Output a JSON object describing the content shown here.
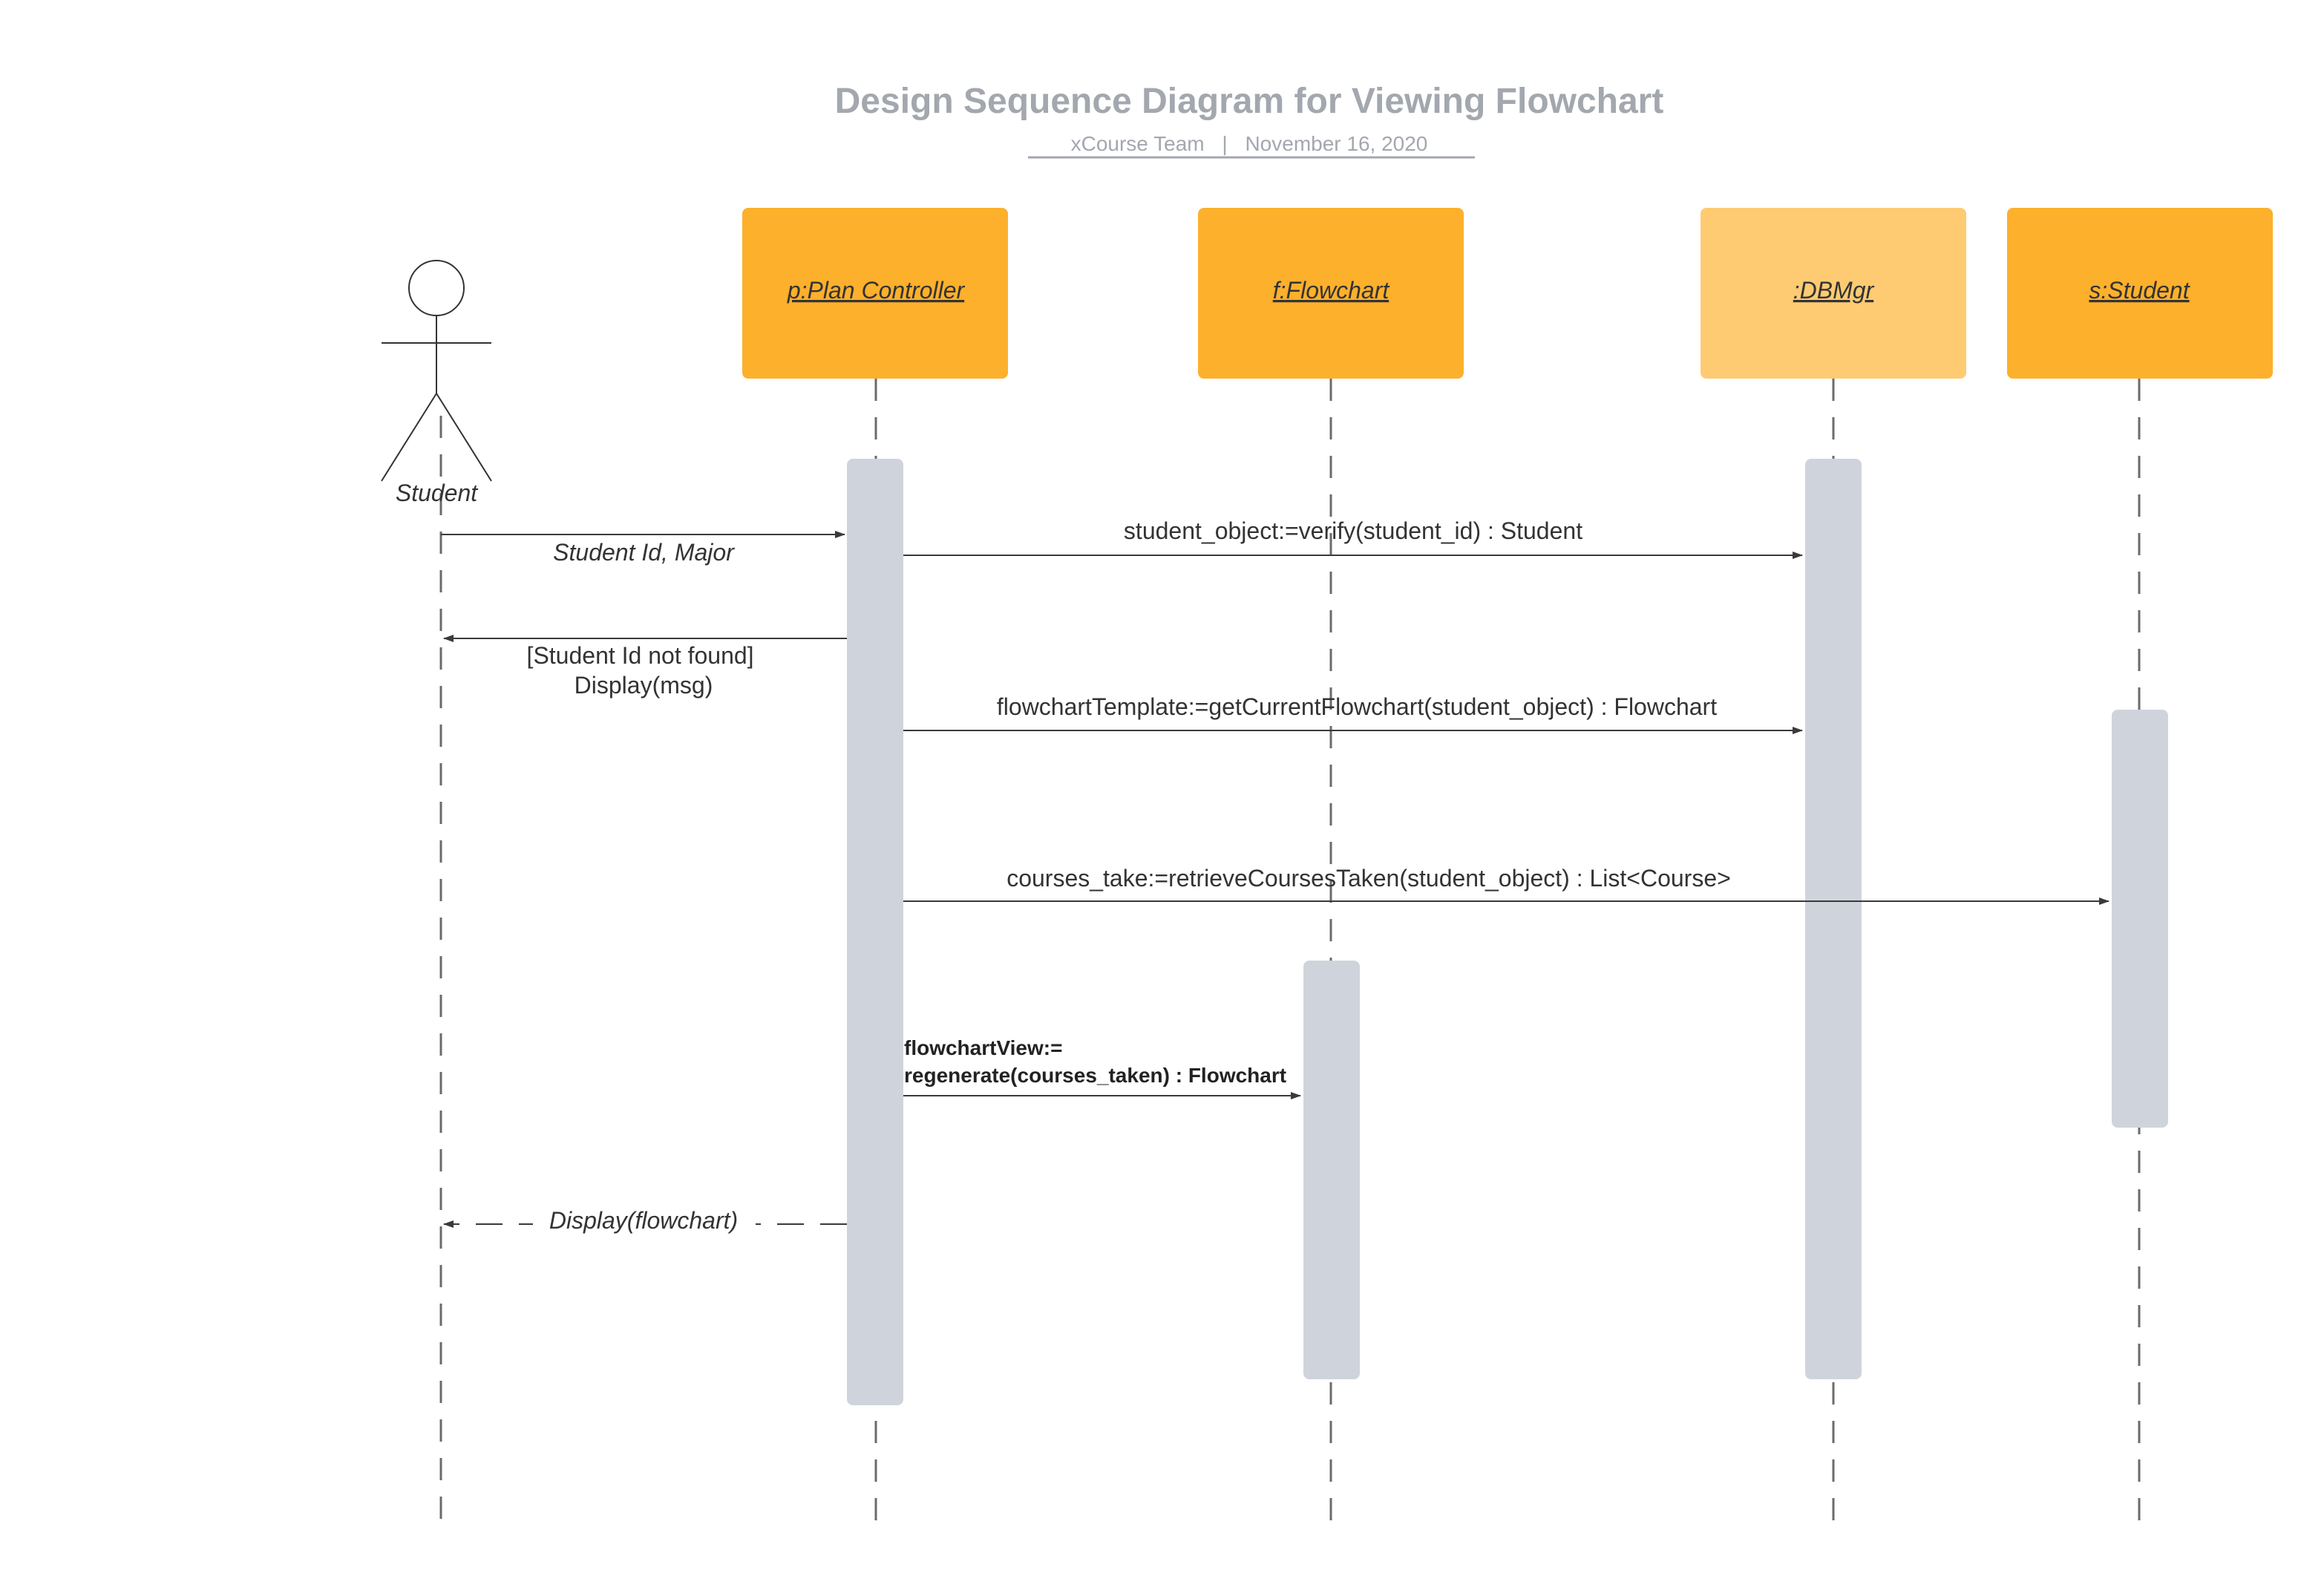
{
  "title": "Design Sequence Diagram for Viewing Flowchart",
  "subtitle": {
    "team": "xCourse Team",
    "separator": "|",
    "date": "November 16, 2020"
  },
  "actor": {
    "label": "Student"
  },
  "lifelines": [
    {
      "id": "plan",
      "label": "p:Plan Controller",
      "color": "#fdb02c"
    },
    {
      "id": "flowchart",
      "label": "f:Flowchart",
      "color": "#fdb02c"
    },
    {
      "id": "dbmgr",
      "label": ":DBMgr",
      "color": "#fecb72"
    },
    {
      "id": "student",
      "label": "s:Student",
      "color": "#fdb02c"
    }
  ],
  "messages": [
    {
      "id": "m1",
      "from": "Student",
      "to": "p:Plan Controller",
      "label": "Student Id, Major",
      "style": "sync"
    },
    {
      "id": "m2",
      "from": "p:Plan Controller",
      "to": ":DBMgr",
      "label": "student_object:=verify(student_id) : Student",
      "style": "sync"
    },
    {
      "id": "m3",
      "from": "p:Plan Controller",
      "to": "Student",
      "label_lines": [
        "[Student Id not found]",
        "Display(msg)"
      ],
      "style": "sync"
    },
    {
      "id": "m4",
      "from": "p:Plan Controller",
      "to": ":DBMgr",
      "label": "flowchartTemplate:=getCurrentFlowchart(student_object) : Flowchart",
      "style": "sync"
    },
    {
      "id": "m5",
      "from": "p:Plan Controller",
      "to": "s:Student",
      "label": "courses_take:=retrieveCoursesTaken(student_object) : List<Course>",
      "style": "sync"
    },
    {
      "id": "m6",
      "from": "p:Plan Controller",
      "to": "f:Flowchart",
      "label_lines": [
        "flowchartView:=",
        "regenerate(courses_taken) : Flowchart"
      ],
      "style": "sync"
    },
    {
      "id": "m7",
      "from": "p:Plan Controller",
      "to": "Student",
      "label": "Display(flowchart)",
      "style": "return"
    }
  ],
  "colors": {
    "activation": "#cfd4dc",
    "title": "#a3a7ae",
    "lifeline_header": "#fdb02c",
    "lifeline_header_light": "#fecb72"
  }
}
